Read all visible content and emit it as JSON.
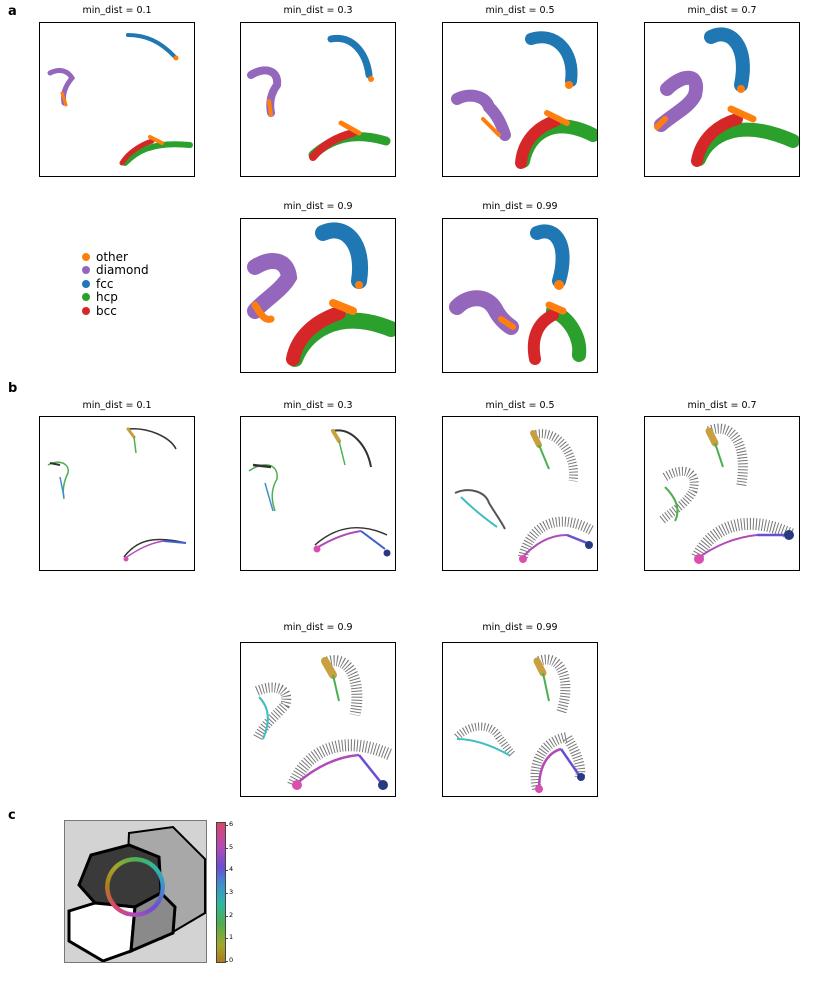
{
  "panel_labels": {
    "a": "a",
    "b": "b",
    "c": "c"
  },
  "panels_a": [
    {
      "title": "min_dist = 0.1"
    },
    {
      "title": "min_dist = 0.3"
    },
    {
      "title": "min_dist = 0.5"
    },
    {
      "title": "min_dist = 0.7"
    },
    {
      "title": "min_dist = 0.9"
    },
    {
      "title": "min_dist = 0.99"
    }
  ],
  "panels_b": [
    {
      "title": "min_dist = 0.1"
    },
    {
      "title": "min_dist = 0.3"
    },
    {
      "title": "min_dist = 0.5"
    },
    {
      "title": "min_dist = 0.7"
    },
    {
      "title": "min_dist = 0.9"
    },
    {
      "title": "min_dist = 0.99"
    }
  ],
  "legend": [
    {
      "label": "other",
      "color": "#ff7f0e"
    },
    {
      "label": "diamond",
      "color": "#9467bd"
    },
    {
      "label": "fcc",
      "color": "#1f77b4"
    },
    {
      "label": "hcp",
      "color": "#2ca02c"
    },
    {
      "label": "bcc",
      "color": "#d62728"
    }
  ],
  "colorbar": {
    "ticks": [
      "0",
      "1",
      "2",
      "3",
      "4",
      "5",
      "6"
    ]
  }
}
